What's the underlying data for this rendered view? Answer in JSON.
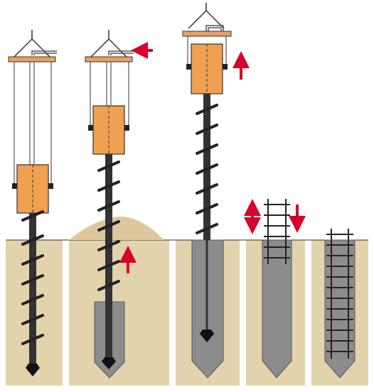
{
  "colors": {
    "background": "#ffffff",
    "soil": "#e3d3ad",
    "spoil": "#dcc89a",
    "concrete": "#8c8c8c",
    "concrete_edge": "#555555",
    "rotary_head": "#f0a050",
    "platform": "#e8a060",
    "cable": "#333333",
    "auger": "#222222",
    "arrow": "#d6002a",
    "cage": "#222222"
  },
  "icons": {
    "motion_arrow": "arrow-icon",
    "auger_bit": "auger-bit-icon"
  },
  "stages": [
    {
      "id": "stage-1-drilling"
    },
    {
      "id": "stage-2-concrete-pumping"
    },
    {
      "id": "stage-3-auger-extraction"
    },
    {
      "id": "stage-4-cage-insertion"
    },
    {
      "id": "stage-5-completed-pile"
    }
  ]
}
